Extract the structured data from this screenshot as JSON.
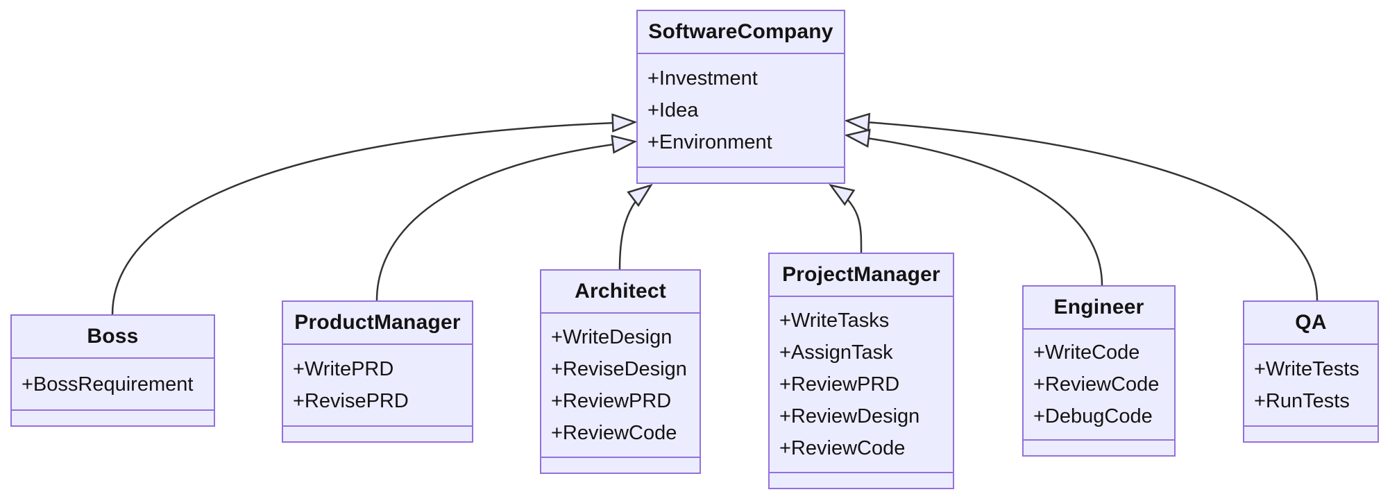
{
  "diagram": {
    "type": "uml-class-diagram",
    "colors": {
      "node_fill": "#ECECFF",
      "node_border": "#9370DB",
      "edge_stroke": "#333333",
      "arrowhead_fill": "#ECECFF",
      "text": "#131313",
      "background": "#FFFFFF"
    },
    "classes": [
      {
        "name": "SoftwareCompany",
        "members": [
          "+Investment",
          "+Idea",
          "+Environment"
        ],
        "methods": []
      },
      {
        "name": "Boss",
        "members": [
          "+BossRequirement"
        ],
        "methods": []
      },
      {
        "name": "ProductManager",
        "members": [
          "+WritePRD",
          "+RevisePRD"
        ],
        "methods": []
      },
      {
        "name": "Architect",
        "members": [
          "+WriteDesign",
          "+ReviseDesign",
          "+ReviewPRD",
          "+ReviewCode"
        ],
        "methods": []
      },
      {
        "name": "ProjectManager",
        "members": [
          "+WriteTasks",
          "+AssignTask",
          "+ReviewPRD",
          "+ReviewDesign",
          "+ReviewCode"
        ],
        "methods": []
      },
      {
        "name": "Engineer",
        "members": [
          "+WriteCode",
          "+ReviewCode",
          "+DebugCode"
        ],
        "methods": []
      },
      {
        "name": "QA",
        "members": [
          "+WriteTests",
          "+RunTests"
        ],
        "methods": []
      }
    ],
    "relations": [
      {
        "from": "Boss",
        "to": "SoftwareCompany",
        "type": "inheritance"
      },
      {
        "from": "ProductManager",
        "to": "SoftwareCompany",
        "type": "inheritance"
      },
      {
        "from": "Architect",
        "to": "SoftwareCompany",
        "type": "inheritance"
      },
      {
        "from": "ProjectManager",
        "to": "SoftwareCompany",
        "type": "inheritance"
      },
      {
        "from": "Engineer",
        "to": "SoftwareCompany",
        "type": "inheritance"
      },
      {
        "from": "QA",
        "to": "SoftwareCompany",
        "type": "inheritance"
      }
    ]
  }
}
